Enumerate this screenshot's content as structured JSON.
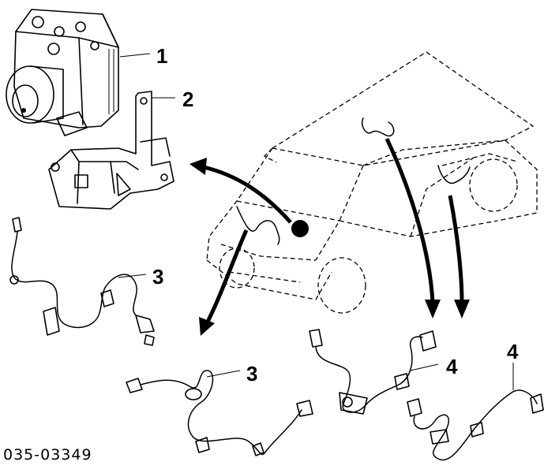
{
  "callouts": [
    {
      "number": "1"
    },
    {
      "number": "2"
    },
    {
      "number": "3"
    },
    {
      "number": "3"
    },
    {
      "number": "4"
    },
    {
      "number": "4"
    }
  ],
  "diagram_code": "035-03349",
  "colors": {
    "ink": "#000000",
    "paper": "#ffffff"
  }
}
